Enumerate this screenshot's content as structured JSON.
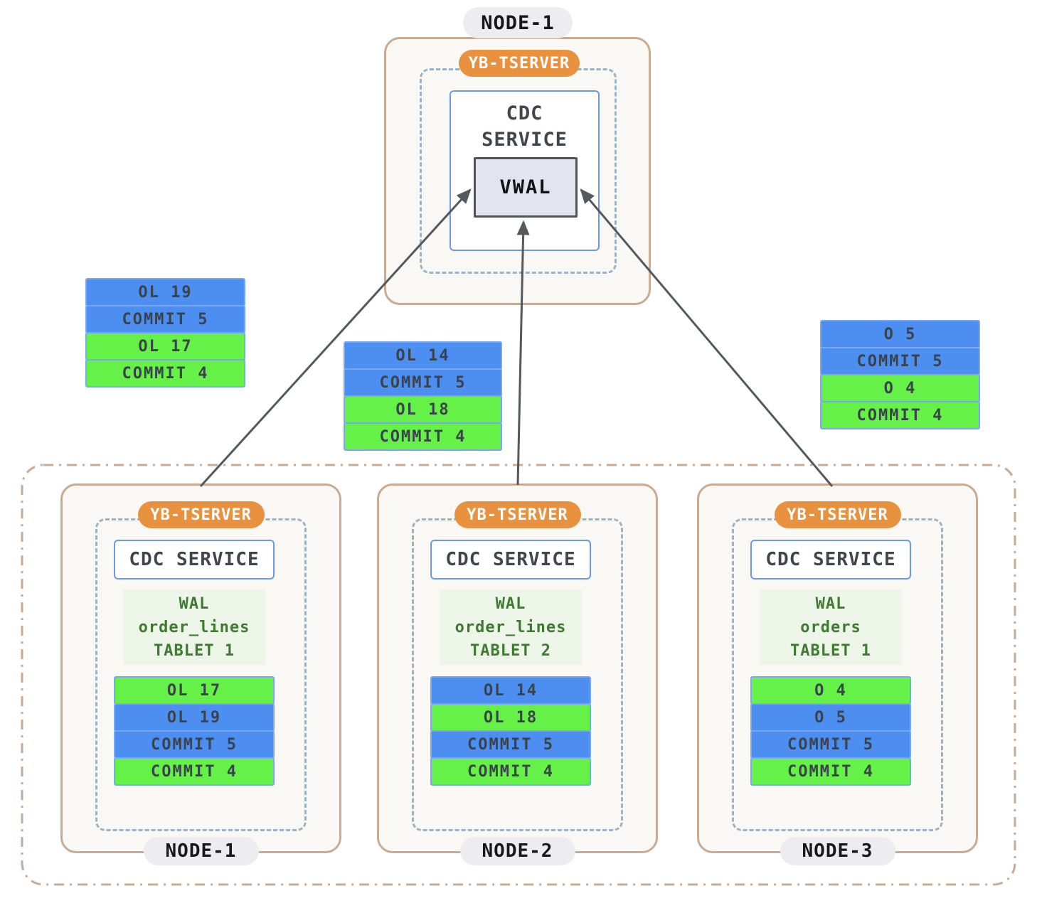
{
  "top_node": {
    "node_label": "NODE-1",
    "tserver_label": "YB-TSERVER",
    "cdc_line1": "CDC",
    "cdc_line2": "SERVICE",
    "vwal_label": "VWAL"
  },
  "floating_stacks": [
    {
      "rows": [
        {
          "label": "OL 19",
          "color": "blue"
        },
        {
          "label": "COMMIT 5",
          "color": "blue"
        },
        {
          "label": "OL 17",
          "color": "green"
        },
        {
          "label": "COMMIT 4",
          "color": "green"
        }
      ]
    },
    {
      "rows": [
        {
          "label": "OL 14",
          "color": "blue"
        },
        {
          "label": "COMMIT 5",
          "color": "blue"
        },
        {
          "label": "OL 18",
          "color": "green"
        },
        {
          "label": "COMMIT 4",
          "color": "green"
        }
      ]
    },
    {
      "rows": [
        {
          "label": "O 5",
          "color": "blue"
        },
        {
          "label": "COMMIT 5",
          "color": "blue"
        },
        {
          "label": "O 4",
          "color": "green"
        },
        {
          "label": "COMMIT 4",
          "color": "green"
        }
      ]
    }
  ],
  "bottom_nodes": [
    {
      "node_label": "NODE-1",
      "tserver_label": "YB-TSERVER",
      "cdc_label": "CDC SERVICE",
      "wal_lines": [
        "WAL",
        "order_lines",
        "TABLET 1"
      ],
      "rows": [
        {
          "label": "OL 17",
          "color": "green"
        },
        {
          "label": "OL 19",
          "color": "blue"
        },
        {
          "label": "COMMIT 5",
          "color": "blue"
        },
        {
          "label": "COMMIT 4",
          "color": "green"
        }
      ]
    },
    {
      "node_label": "NODE-2",
      "tserver_label": "YB-TSERVER",
      "cdc_label": "CDC SERVICE",
      "wal_lines": [
        "WAL",
        "order_lines",
        "TABLET 2"
      ],
      "rows": [
        {
          "label": "OL 14",
          "color": "blue"
        },
        {
          "label": "OL 18",
          "color": "green"
        },
        {
          "label": "COMMIT 5",
          "color": "blue"
        },
        {
          "label": "COMMIT 4",
          "color": "green"
        }
      ]
    },
    {
      "node_label": "NODE-3",
      "tserver_label": "YB-TSERVER",
      "cdc_label": "CDC SERVICE",
      "wal_lines": [
        "WAL",
        "orders",
        "TABLET 1"
      ],
      "rows": [
        {
          "label": "O 4",
          "color": "green"
        },
        {
          "label": "O 5",
          "color": "blue"
        },
        {
          "label": "COMMIT 5",
          "color": "blue"
        },
        {
          "label": "COMMIT 4",
          "color": "green"
        }
      ]
    }
  ],
  "colors": {
    "record_blue": "#4d8ff0",
    "record_green": "#65f148",
    "record_border": "#79a7f2",
    "tserver_orange": "#e8923f",
    "node_border_tan": "#c8ab92",
    "node_fill": "#faf8f4",
    "dashed_blue_gray": "#9ab3c6",
    "cdc_border_blue": "#6b97ec",
    "vwal_fill": "#e4e4f0",
    "vwal_border": "#4f5459",
    "wal_bg_green": "#edf4e8",
    "wal_text_green": "#3f7a31",
    "arrow_gray": "#54595e",
    "pill_gray": "#ededf0",
    "row_text": "#3a424c"
  }
}
